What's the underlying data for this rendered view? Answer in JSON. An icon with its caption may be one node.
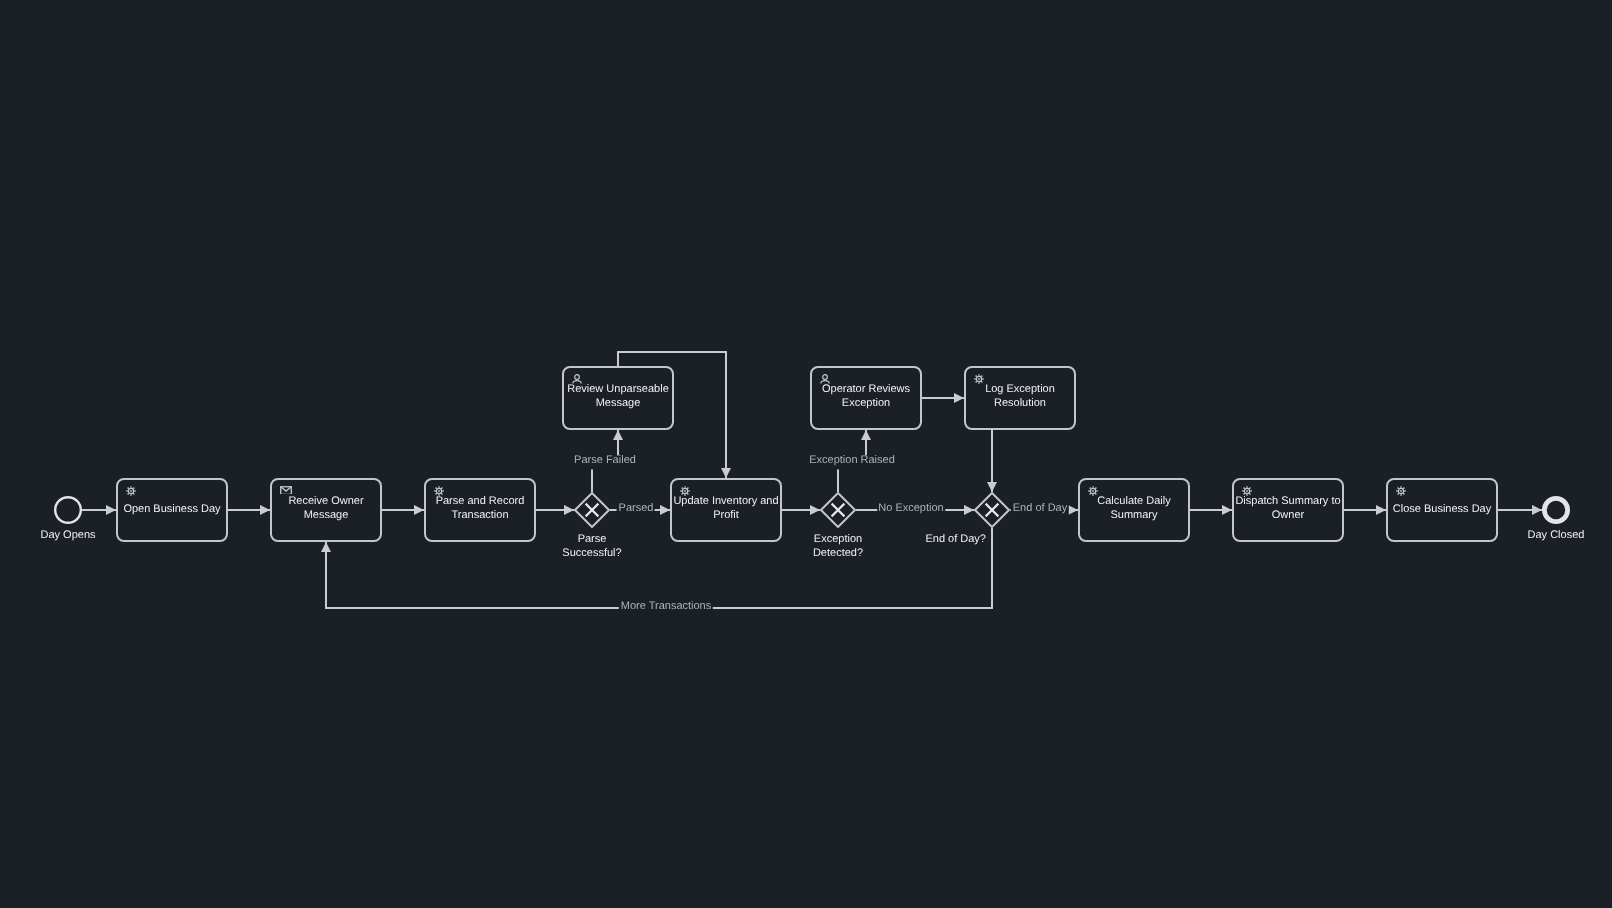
{
  "diagram": {
    "nodes": [
      {
        "text": [],
        "shape": "circle",
        "beside": [
          "Day Opens"
        ]
      },
      {
        "text": [
          "Open Business Day"
        ]
      },
      {
        "text": [
          "Receive Owner Message"
        ]
      },
      {
        "text": [
          "Parse and Record Transaction"
        ]
      },
      {
        "text": [],
        "shape": "diamond",
        "beside": [
          "Parse Successful?"
        ]
      },
      {
        "text": [
          "Review Unparseable Message"
        ]
      },
      {
        "text": [
          "Update Inventory and Profit"
        ]
      },
      {
        "text": [],
        "shape": "diamond",
        "beside": [
          "Exception Detected?"
        ]
      },
      {
        "text": [
          "Operator Reviews Exception"
        ]
      },
      {
        "text": [
          "Log Exception Resolution"
        ]
      },
      {
        "text": [],
        "shape": "diamond",
        "beside": [
          "End of Day?"
        ]
      },
      {
        "text": [
          "Calculate Daily Summary"
        ]
      },
      {
        "text": [
          "Dispatch Summary to Owner"
        ]
      },
      {
        "text": [
          "Close Business Day"
        ]
      },
      {
        "text": [],
        "shape": "circle",
        "beside": [
          "Day Closed"
        ]
      }
    ],
    "edges": [
      {
        "from": 0,
        "to": 1,
        "arrow": "to"
      },
      {
        "from": 1,
        "to": 2,
        "arrow": "to"
      },
      {
        "from": 2,
        "to": 3,
        "arrow": "to"
      },
      {
        "from": 3,
        "to": 4,
        "arrow": "to"
      },
      {
        "from": 4,
        "to": 5,
        "arrow": "to",
        "label": "Parse Failed"
      },
      {
        "from": 4,
        "to": 6,
        "arrow": "to",
        "label": "Parsed"
      },
      {
        "from": 5,
        "to": 6,
        "arrow": "to"
      },
      {
        "from": 6,
        "to": 7,
        "arrow": "to"
      },
      {
        "from": 7,
        "to": 8,
        "arrow": "to",
        "label": "Exception Raised"
      },
      {
        "from": 7,
        "to": 10,
        "arrow": "to",
        "label": "No Exception"
      },
      {
        "from": 8,
        "to": 9,
        "arrow": "to"
      },
      {
        "from": 9,
        "to": 10,
        "arrow": "to"
      },
      {
        "from": 10,
        "to": 11,
        "arrow": "to",
        "label": "End of Day"
      },
      {
        "from": 10,
        "to": 2,
        "arrow": "to",
        "label": "More Transactions"
      },
      {
        "from": 11,
        "to": 12,
        "arrow": "to"
      },
      {
        "from": 12,
        "to": 13,
        "arrow": "to"
      },
      {
        "from": 13,
        "to": 14,
        "arrow": "to"
      }
    ]
  }
}
